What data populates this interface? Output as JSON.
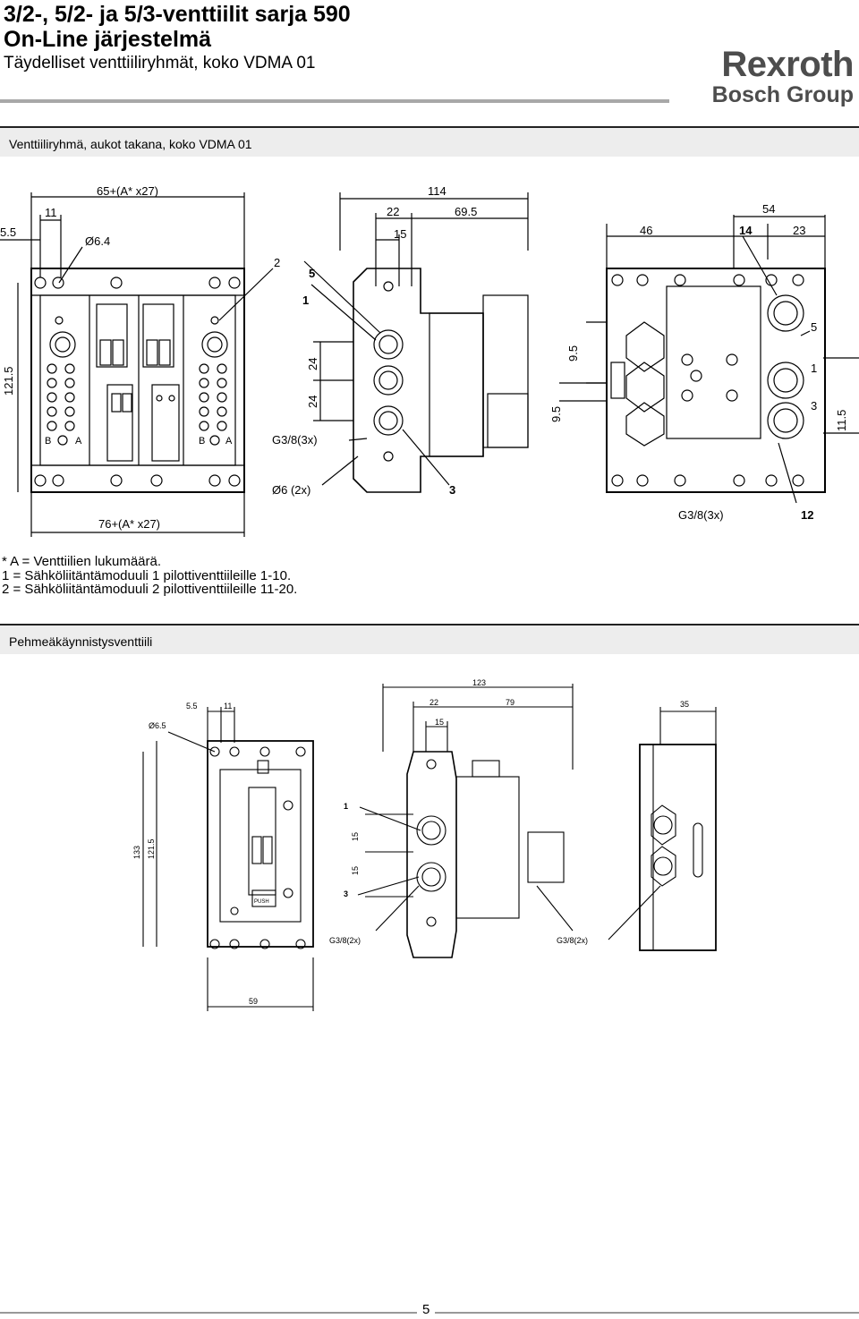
{
  "header": {
    "title_line1": "3/2-, 5/2- ja 5/3-venttiilit sarja 590",
    "title_line2": "On-Line järjestelmä",
    "subtitle": "Täydelliset venttiiliryhmät, koko VDMA 01",
    "brand_name": "Rexroth",
    "brand_group": "Bosch Group"
  },
  "section1": {
    "title": "Venttiiliryhmä, aukot takana, koko VDMA 01",
    "dims": {
      "d1": "65+(A* x27)",
      "d2": "11",
      "d3": "5.5",
      "d4": "Ø6.4",
      "d5": "2",
      "d6": "121.5",
      "d7": "76+(A* x27)",
      "d8": "114",
      "d9": "22",
      "d10": "69.5",
      "d11": "15",
      "d12": "5",
      "d13": "1",
      "d14": "24",
      "d15": "24",
      "d16": "G3/8(3x)",
      "d17": "Ø6 (2x)",
      "d18": "3",
      "d19": "54",
      "d20": "46",
      "d21": "14",
      "d22": "23",
      "d23": "5",
      "d24": "9.5",
      "d25": "1",
      "d26": "9.5",
      "d27": "3",
      "d28": "11.5",
      "d29": "G3/8(3x)",
      "d30": "12"
    }
  },
  "notes": {
    "line1": "* A = Venttiilien lukumäärä.",
    "line2": "1 = Sähköliitäntämoduuli 1 pilottiventtiileille 1-10.",
    "line3": "2 = Sähköliitäntämoduuli 2 pilottiventtiileille 11-20."
  },
  "section2": {
    "title": "Pehmeäkäynnistysventtiili",
    "dims": {
      "e1": "5.5",
      "e2": "11",
      "e3": "Ø6.5",
      "e4": "133",
      "e5": "121.5",
      "e6": "59",
      "e7": "PUSH",
      "e8": "123",
      "e9": "22",
      "e10": "79",
      "e11": "15",
      "e12": "1",
      "e13": "15",
      "e14": "15",
      "e15": "3",
      "e16": "G3/8(2x)",
      "e17": "35",
      "e18": "G3/8(2x)"
    }
  },
  "footer": {
    "page_number": "5"
  }
}
